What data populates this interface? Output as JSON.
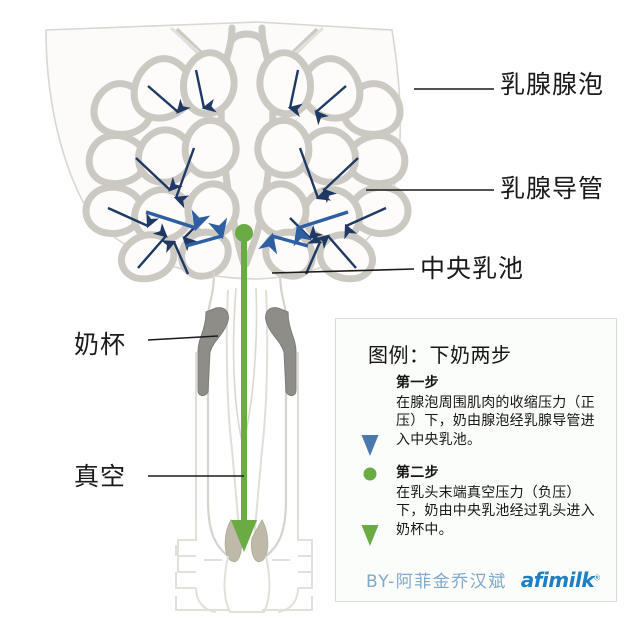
{
  "figure": {
    "title_hidden": "",
    "callouts": [
      {
        "id": "alveoli",
        "label": "乳腺腺泡"
      },
      {
        "id": "duct",
        "label": "乳腺导管"
      },
      {
        "id": "cistern",
        "label": "中央乳池"
      },
      {
        "id": "teatcup",
        "label": "奶杯"
      },
      {
        "id": "vacuum",
        "label": "真空"
      }
    ]
  },
  "legend": {
    "title": "图例：下奶两步",
    "steps": [
      {
        "arrow": "blue-down-arrow",
        "heading": "第一步",
        "body": "在腺泡周围肌肉的收缩压力（正压）下，奶由腺泡经乳腺导管进入中央乳池。"
      },
      {
        "arrow": "green-down-arrow",
        "heading": "第二步",
        "body": "在乳头末端真空压力（负压）下，奶由中央乳池经过乳头进入奶杯中。"
      }
    ],
    "credit": "BY-阿菲金乔汉斌",
    "brand": "afimilk",
    "brand_mark": "®"
  },
  "colors": {
    "arrow_blue_dark": "#1f3864",
    "arrow_blue_mid": "#2e5fa3",
    "arrow_blue_legend": "#5b82b0",
    "arrow_green": "#6aab43",
    "tissue_outline": "#c9c7c0",
    "tissue_fill": "#fbfaf7",
    "teatcup_gray": "#8a8a85",
    "legend_border": "#d8dcd6",
    "legend_bg": "#fbfdfa",
    "brand_blue": "#1f7fc4",
    "credit_blue": "#7fa8c9",
    "label_text": "#1a1a1a"
  }
}
